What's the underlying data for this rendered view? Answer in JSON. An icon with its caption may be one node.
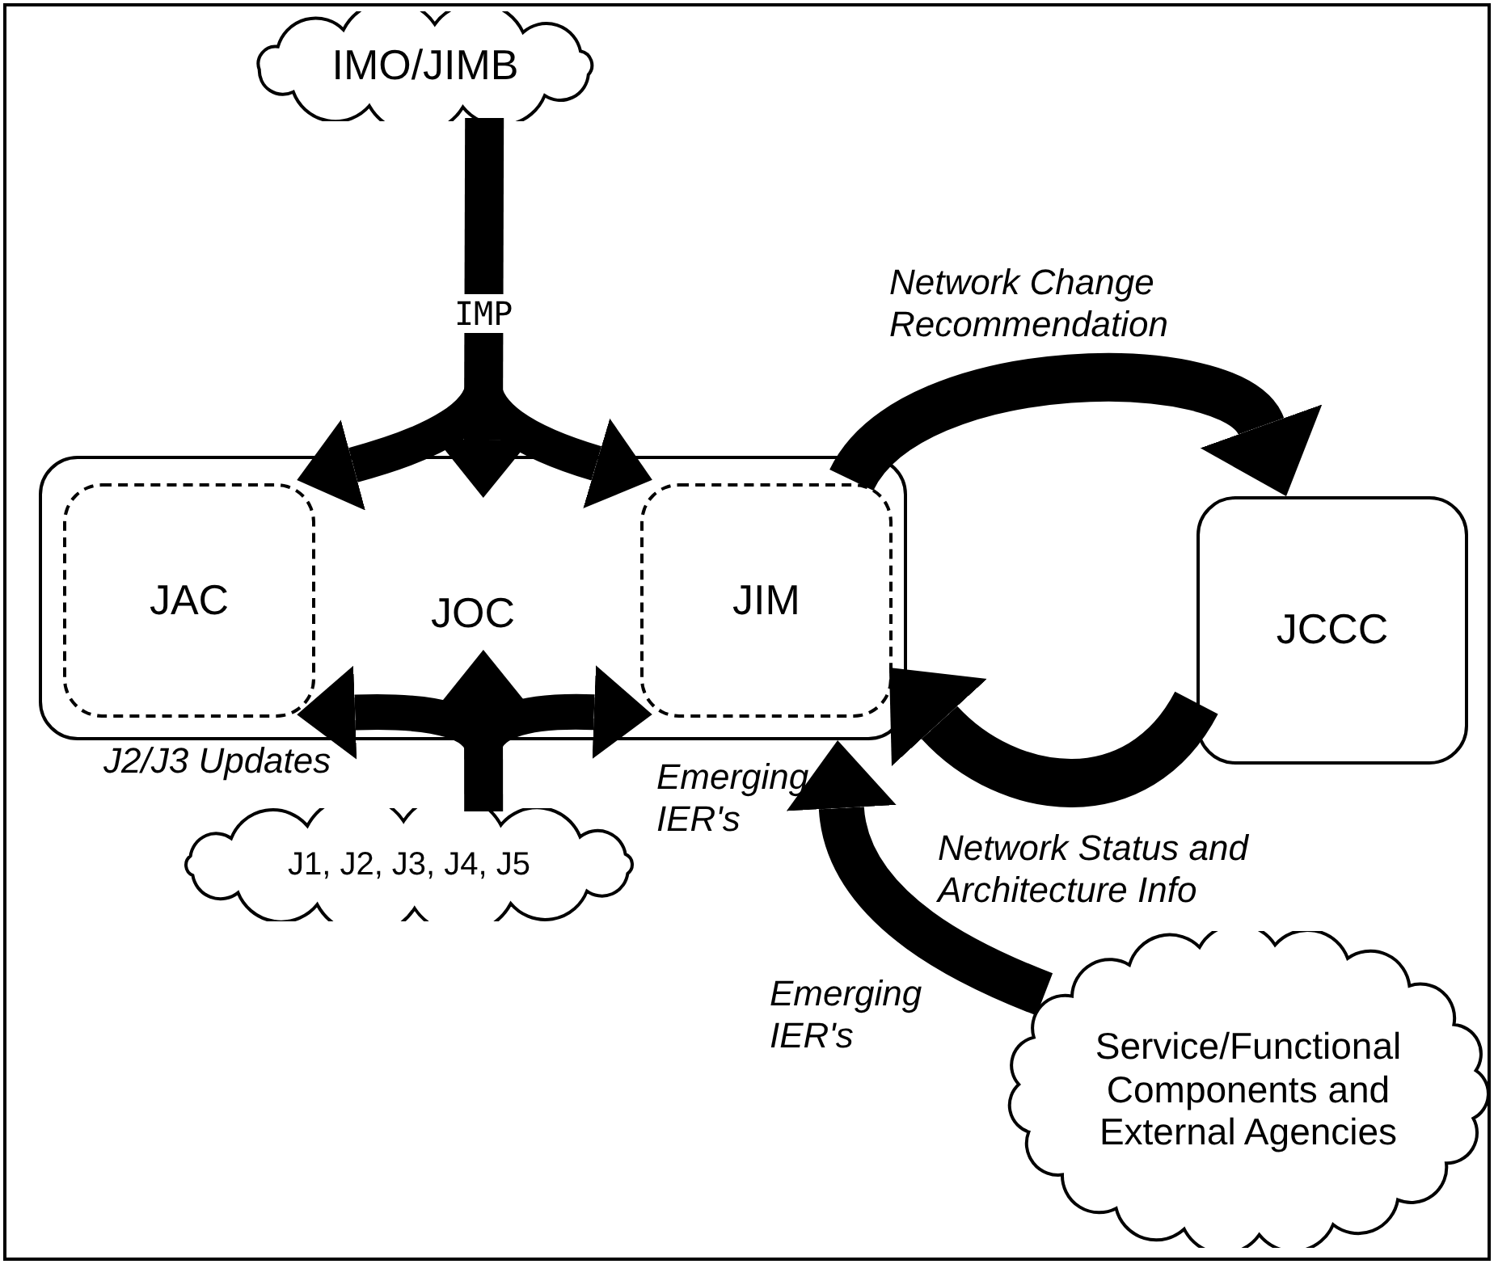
{
  "diagram": {
    "nodes": [
      {
        "text": [
          "IMO/JIMB"
        ]
      },
      {
        "text": [
          "JOC"
        ]
      },
      {
        "text": [
          "JAC"
        ],
        "in": 1
      },
      {
        "text": [
          "JIM"
        ],
        "in": 1
      },
      {
        "text": [
          "JCCC"
        ]
      },
      {
        "text": [
          "J1, J2, J3, J4, J5"
        ]
      },
      {
        "text": [
          "Service/Functional Components and External Agencies"
        ]
      }
    ],
    "edges": [
      {
        "from": 0,
        "to": 1,
        "arrow": "to",
        "label": "IMP"
      },
      {
        "from": 0,
        "to": 2,
        "arrow": "to"
      },
      {
        "from": 0,
        "to": 3,
        "arrow": "to"
      },
      {
        "from": 5,
        "to": 1,
        "arrow": "to"
      },
      {
        "from": 5,
        "to": 2,
        "arrow": "to",
        "label": "J2/J3 Updates"
      },
      {
        "from": 5,
        "to": 3,
        "arrow": "to",
        "label": "Emerging IER's"
      },
      {
        "from": 3,
        "to": 4,
        "arrow": "to",
        "label": "Network Change Recommendation"
      },
      {
        "from": 4,
        "to": 3,
        "arrow": "to",
        "label": "Network Status and Architecture Info"
      },
      {
        "from": 6,
        "to": 1,
        "arrow": "to",
        "label": "Emerging IER's"
      }
    ]
  }
}
